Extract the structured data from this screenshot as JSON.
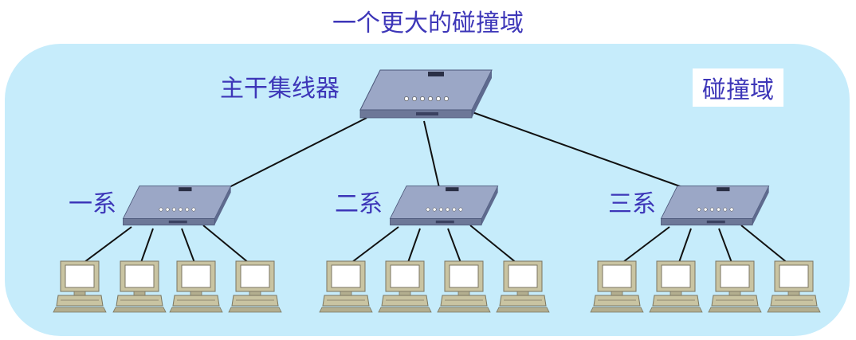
{
  "title": "一个更大的碰撞域",
  "domain_label": "碰撞域",
  "main_hub": {
    "label": "主干集线器",
    "icon": "hub-icon"
  },
  "departments": [
    {
      "label": "一系",
      "computers": 4
    },
    {
      "label": "二系",
      "computers": 4
    },
    {
      "label": "三系",
      "computers": 4
    }
  ],
  "colors": {
    "label": "#3d36b8",
    "domain_fill": "#c6ecfb",
    "hub_top": "#9ba7c6",
    "hub_side": "#5e6a8e",
    "pc_body": "#c9c4a2",
    "pc_screen": "#ffffff",
    "line": "#111111"
  }
}
